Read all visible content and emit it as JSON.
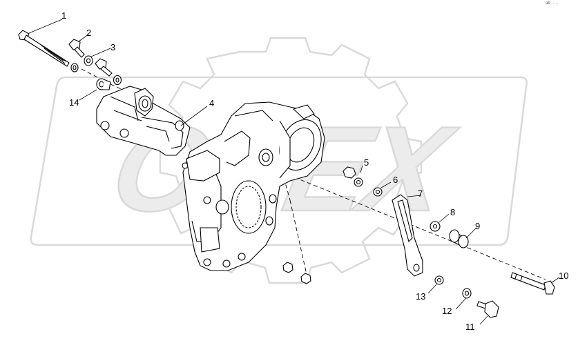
{
  "watermark": {
    "text": "OREX",
    "color": "#d9d9d9"
  },
  "corner_mark": "ab ·····",
  "callouts": [
    {
      "num": "1"
    },
    {
      "num": "2"
    },
    {
      "num": "3"
    },
    {
      "num": "4"
    },
    {
      "num": "5"
    },
    {
      "num": "6"
    },
    {
      "num": "7"
    },
    {
      "num": "8"
    },
    {
      "num": "9"
    },
    {
      "num": "10"
    },
    {
      "num": "11"
    },
    {
      "num": "12"
    },
    {
      "num": "13"
    },
    {
      "num": "14"
    }
  ],
  "colors": {
    "line": "#000000",
    "watermark": "#d9d9d9",
    "background": "#ffffff"
  }
}
